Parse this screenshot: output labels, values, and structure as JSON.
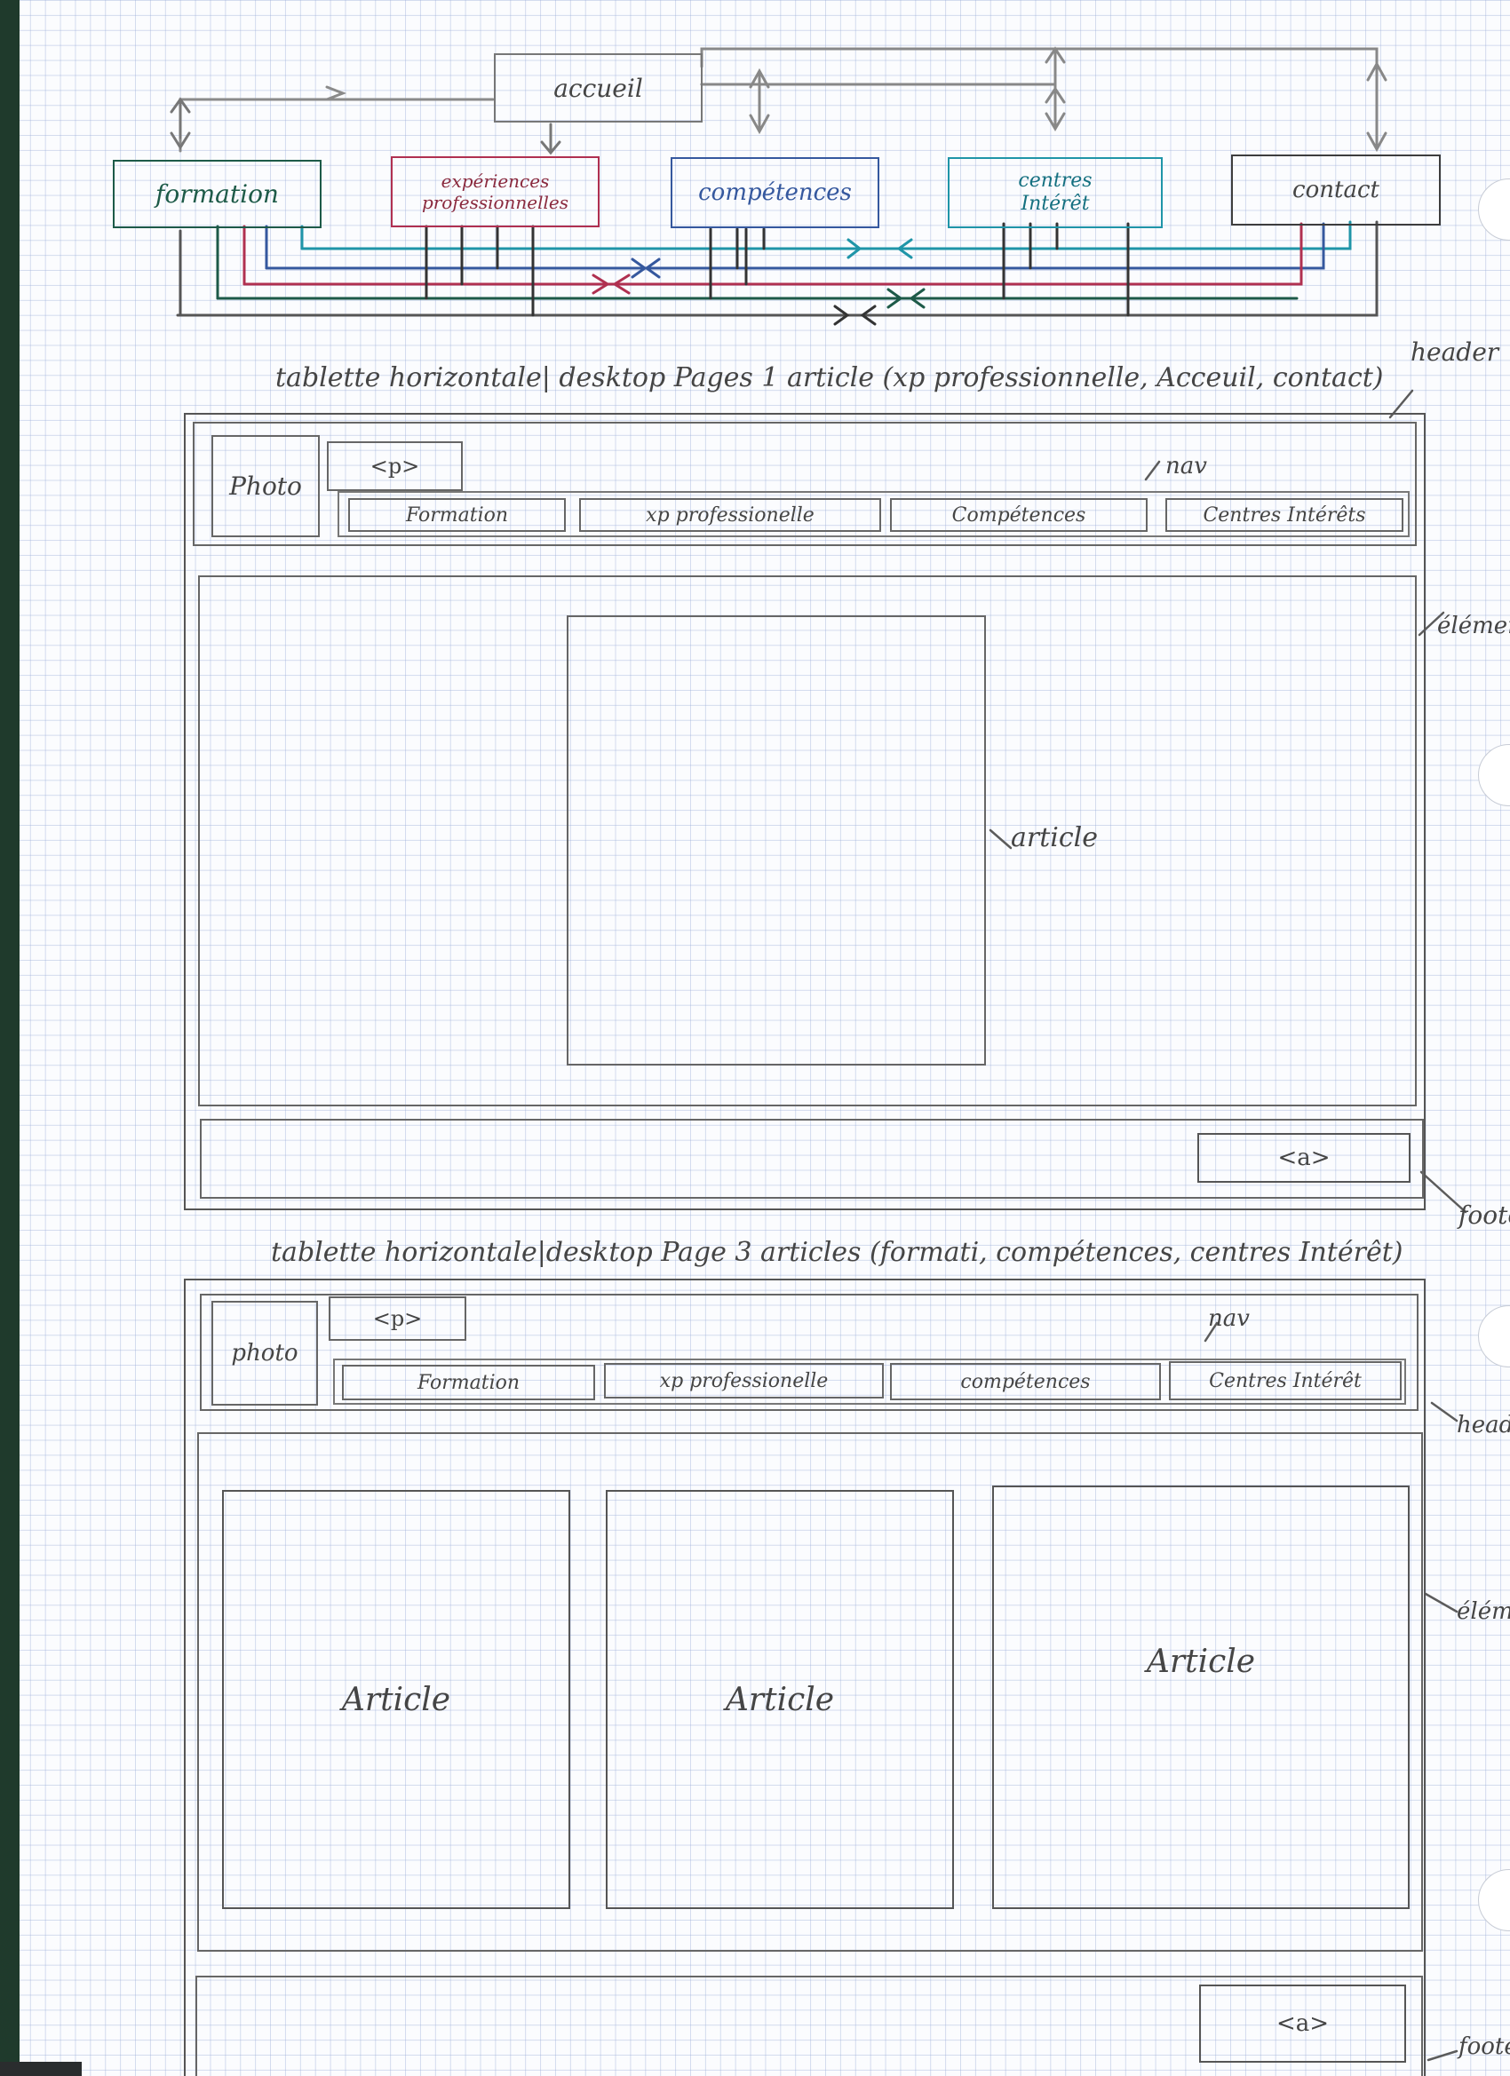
{
  "sitemap": {
    "root": "accueil",
    "pages": [
      {
        "id": "formation",
        "label": "formation",
        "color": "#1d5a48"
      },
      {
        "id": "experiences",
        "label": "expériences professionnelles",
        "color": "#b03050"
      },
      {
        "id": "competences",
        "label": "compétences",
        "color": "#35589e"
      },
      {
        "id": "centres",
        "label": "centres Intérêt",
        "color": "#1f95a8"
      },
      {
        "id": "contact",
        "label": "contact",
        "color": "#3d3d3d"
      }
    ]
  },
  "wireframe1": {
    "caption": "tablette horizontale| desktop   Pages 1 article (xp professionnelle, Acceuil, contact)",
    "photo": "Photo",
    "p_tag": "<p>",
    "nav_label": "nav",
    "nav_items": [
      "Formation",
      "xp professionelle",
      "Compétences",
      "Centres Intérêts"
    ],
    "main_label": "élément",
    "article_label": "article",
    "link_tag": "<a>",
    "header_label": "header",
    "footer_label": "footer"
  },
  "wireframe2": {
    "caption": "tablette horizontale|desktop  Page 3 articles (formati, compétences, centres Intérêt)",
    "photo": "photo",
    "p_tag": "<p>",
    "nav_label": "nav",
    "nav_items": [
      "Formation",
      "xp professionelle",
      "compétences",
      "Centres Intérêt"
    ],
    "header_label": "header",
    "main_label": "élément",
    "article_labels": [
      "Article",
      "Article",
      "Article"
    ],
    "link_tag": "<a>",
    "footer_label": "footer"
  },
  "colors": {
    "pencil": "#5b5b5b",
    "formation": "#1d5a48",
    "experiences": "#b03050",
    "competences": "#35589e",
    "centres": "#1f95a8",
    "contact": "#3d3d3d"
  }
}
